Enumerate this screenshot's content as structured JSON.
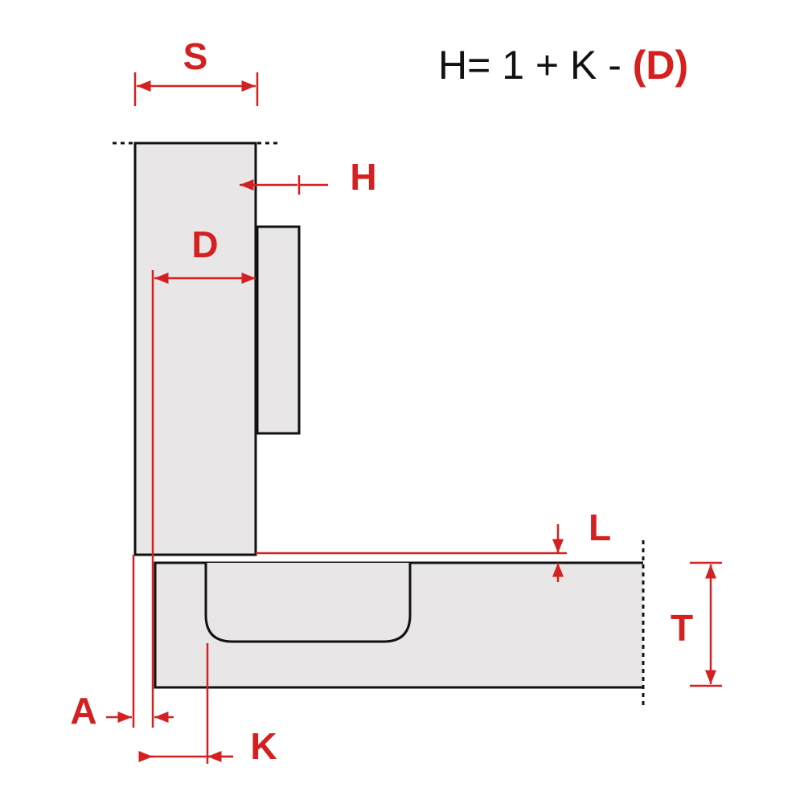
{
  "formula": {
    "main": "H= 1 + K - ",
    "highlight": "(D)"
  },
  "labels": {
    "S": "S",
    "H": "H",
    "D": "D",
    "L": "L",
    "T": "T",
    "A": "A",
    "K": "K"
  },
  "colors": {
    "dimension": "#d42020",
    "outline": "#111111",
    "part_fill": "#e8e6e6",
    "background": "#ffffff"
  }
}
